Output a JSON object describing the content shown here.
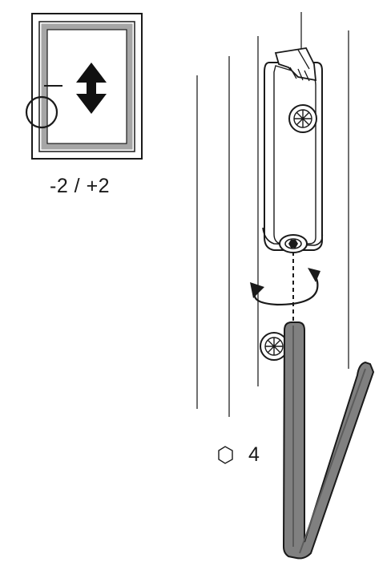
{
  "adjustment": {
    "range_label": "-2 / +2",
    "icon": "vertical-double-arrow-icon"
  },
  "tool": {
    "size_label": "4",
    "icon": "hexagon-icon",
    "type": "hex-allen-key"
  },
  "colors": {
    "line": "#1a1a1a",
    "frame_gray": "#a6a6a6",
    "key_gray": "#808080",
    "key_dark": "#5c5c5c"
  }
}
